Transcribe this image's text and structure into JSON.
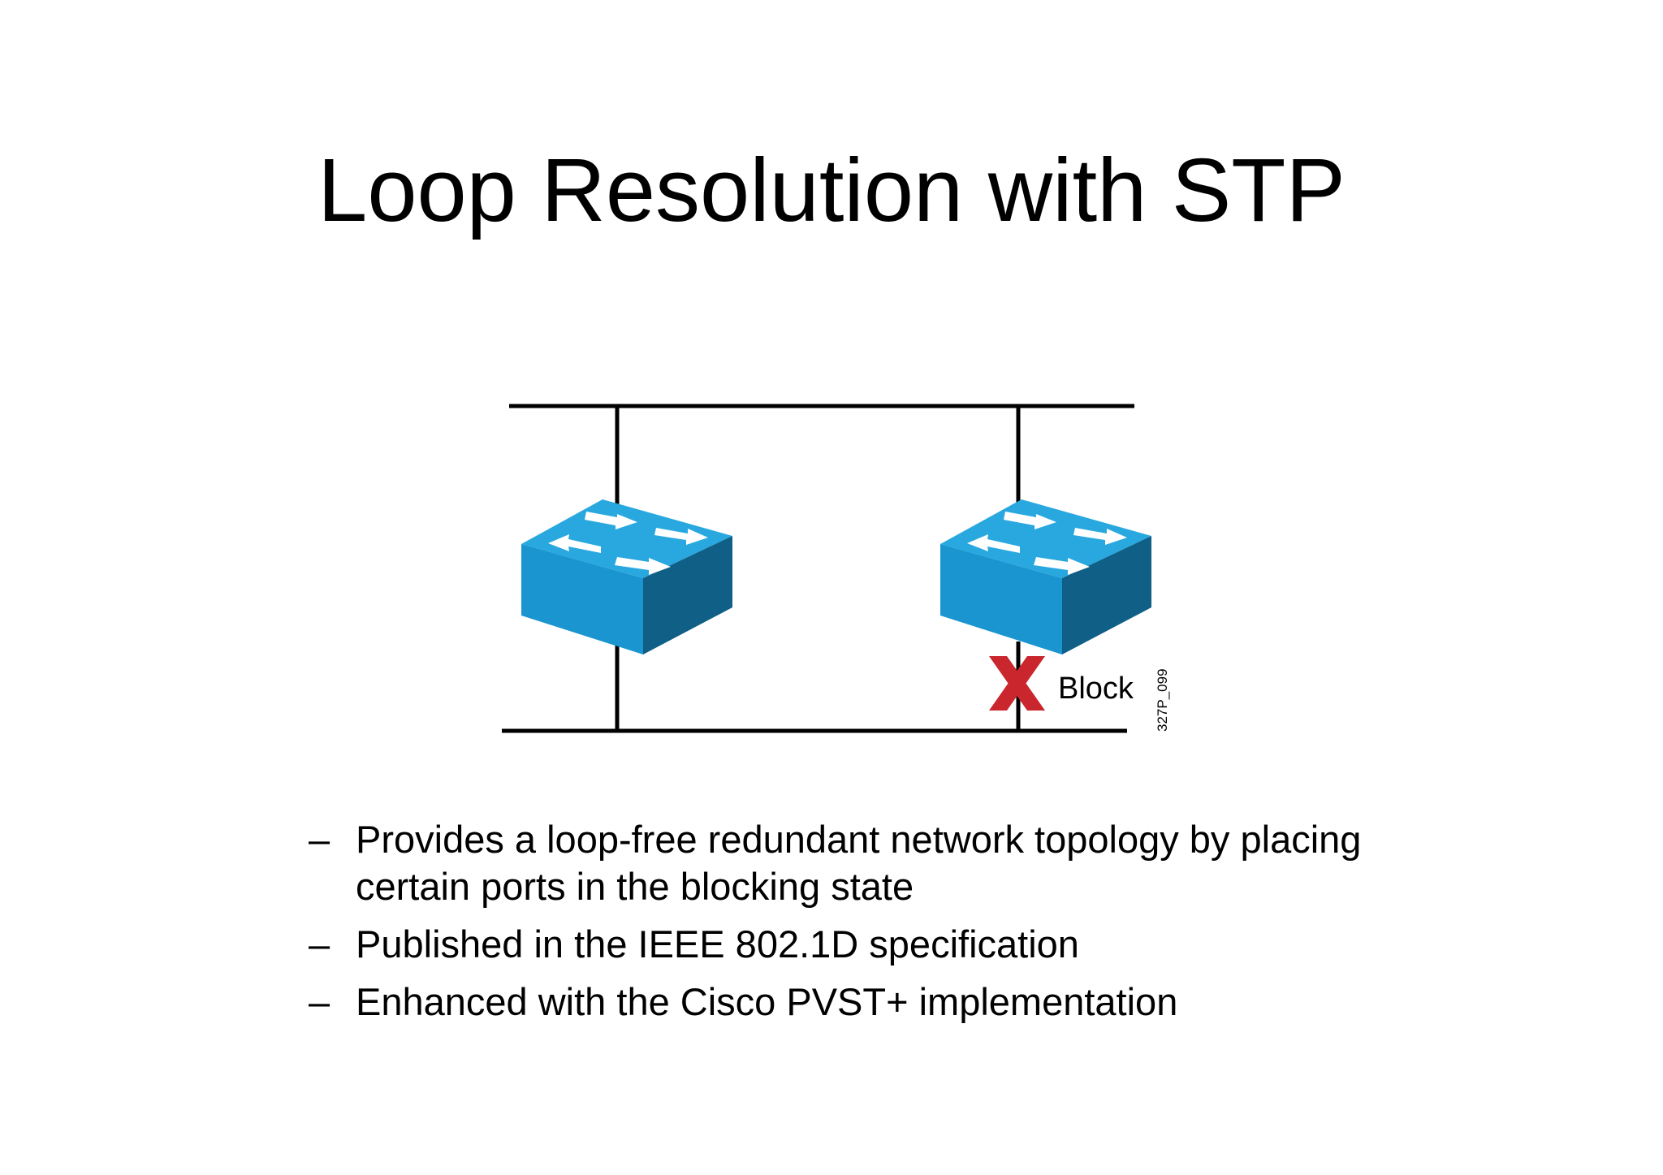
{
  "slide": {
    "title": "Loop Resolution with STP"
  },
  "diagram": {
    "block_label": "Block",
    "figure_id": "327P_099",
    "colors": {
      "switch_top": "#29a8e0",
      "switch_front": "#1a95cf",
      "switch_side": "#0f5f86",
      "arrow": "#ffffff",
      "block_x": "#c9262d",
      "line": "#000000"
    }
  },
  "bullets": [
    {
      "dash": "–",
      "text": "Provides a loop-free redundant network topology by placing certain ports in the blocking state"
    },
    {
      "dash": "–",
      "text": "Published in the IEEE 802.1D specification"
    },
    {
      "dash": "–",
      "text": "Enhanced with the Cisco PVST+ implementation"
    }
  ]
}
